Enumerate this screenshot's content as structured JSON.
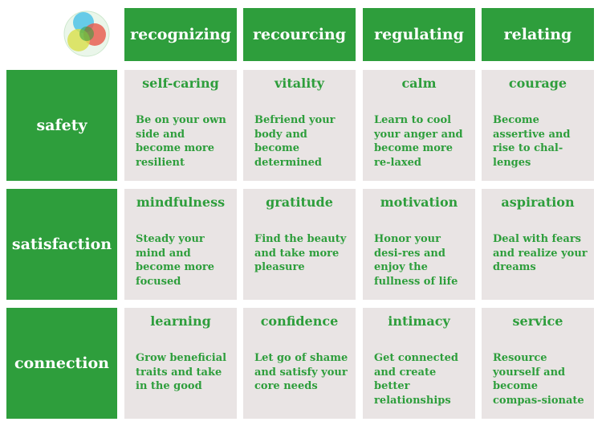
{
  "columns": [
    "recognizing",
    "recourcing",
    "regulating",
    "relating"
  ],
  "rows": [
    {
      "label": "safety",
      "cells": [
        {
          "title": "self-caring",
          "desc": "Be on your own side and become more resilient"
        },
        {
          "title": "vitality",
          "desc": "Befriend your body and become determined"
        },
        {
          "title": "calm",
          "desc": "Learn to cool your anger and become more re-laxed"
        },
        {
          "title": "courage",
          "desc": "Become assertive and rise to chal-lenges"
        }
      ]
    },
    {
      "label": "satisfaction",
      "cells": [
        {
          "title": "mindfulness",
          "desc": "Steady your mind and become more focused"
        },
        {
          "title": "gratitude",
          "desc": "Find the beauty and take more pleasure"
        },
        {
          "title": "motivation",
          "desc": "Honor your desi-res and enjoy the fullness of life"
        },
        {
          "title": "aspiration",
          "desc": "Deal with fears and realize your dreams"
        }
      ]
    },
    {
      "label": "connection",
      "cells": [
        {
          "title": "learning",
          "desc": "Grow beneficial traits and take in the good"
        },
        {
          "title": "confidence",
          "desc": "Let go of shame and satisfy your core needs"
        },
        {
          "title": "intimacy",
          "desc": "Get connected and create better relationships"
        },
        {
          "title": "service",
          "desc": "Resource yourself and become compas-sionate"
        }
      ]
    }
  ],
  "colors": {
    "header_green": "#2e9e3c",
    "cell_bg": "#e9e4e4",
    "logo_circles": [
      "#4fc3e8",
      "#e8574a",
      "#d8e04a",
      "#2e9e3c"
    ]
  }
}
